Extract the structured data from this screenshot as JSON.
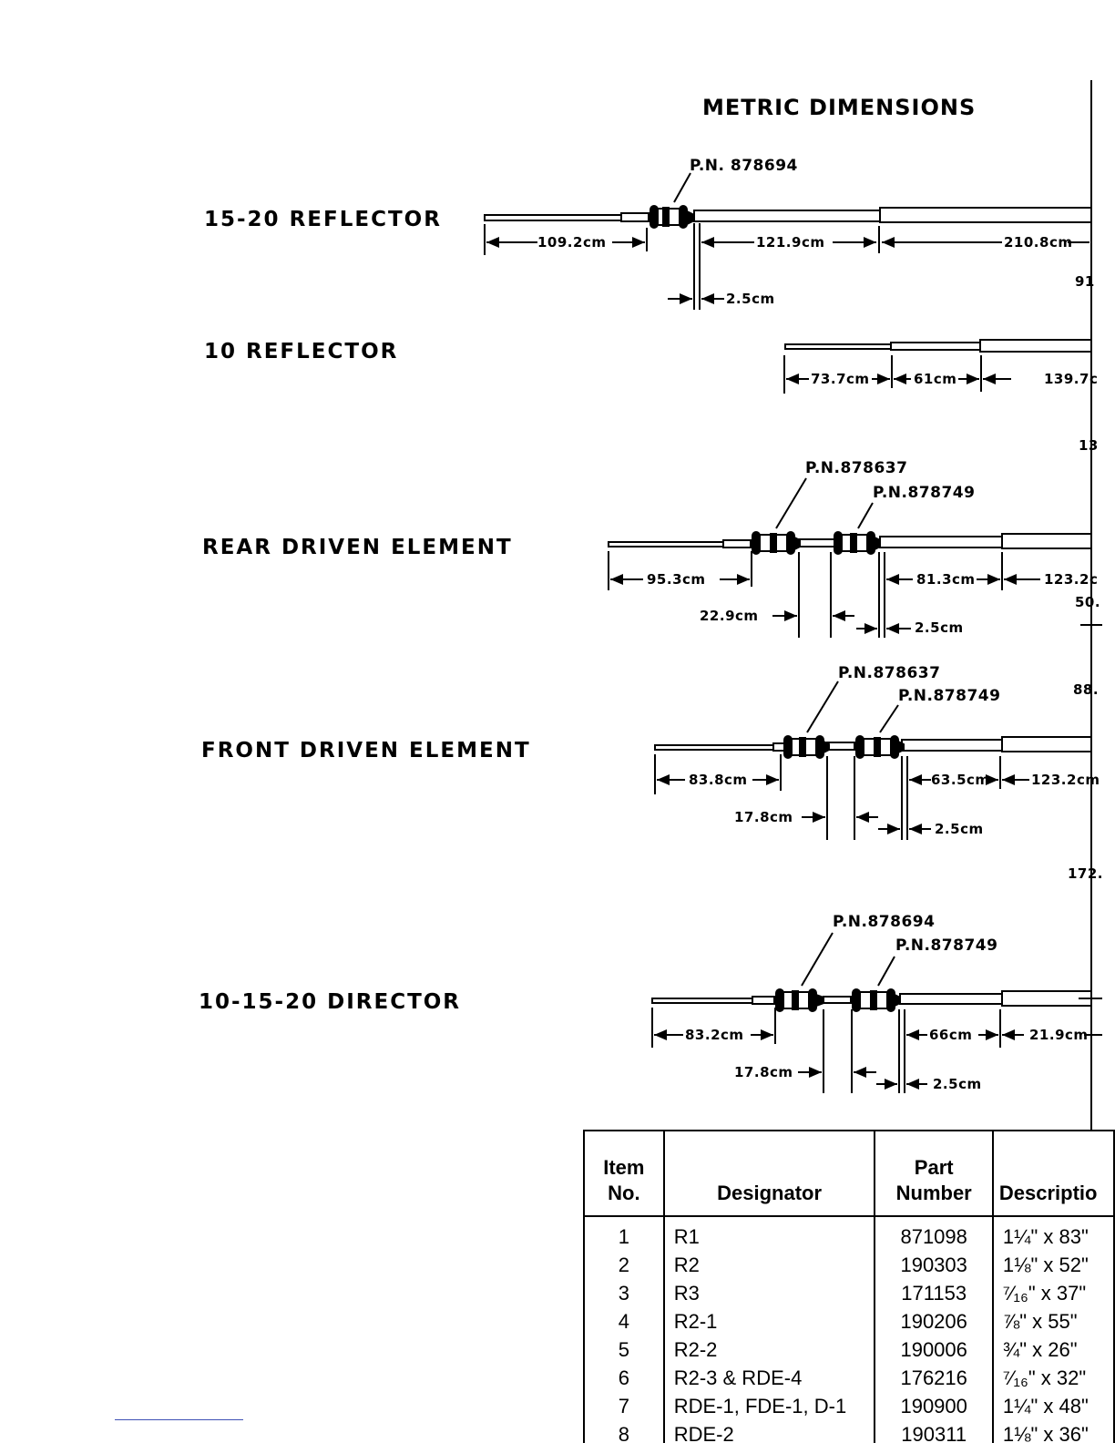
{
  "title": "METRIC DIMENSIONS",
  "elements": [
    {
      "label": "15-20 REFLECTOR",
      "part_numbers": [
        "P.N. 878694"
      ],
      "dimensions": [
        "109.2cm",
        "121.9cm",
        "210.8cm",
        "2.5cm",
        "91"
      ]
    },
    {
      "label": "10 REFLECTOR",
      "part_numbers": [],
      "dimensions": [
        "73.7cm",
        "61cm",
        "139.7c",
        "13"
      ]
    },
    {
      "label": "REAR DRIVEN ELEMENT",
      "part_numbers": [
        "P.N.878637",
        "P.N.878749"
      ],
      "dimensions": [
        "95.3cm",
        "81.3cm",
        "123.2c",
        "50.",
        "22.9cm",
        "2.5cm",
        "88."
      ]
    },
    {
      "label": "FRONT DRIVEN ELEMENT",
      "part_numbers": [
        "P.N.878637",
        "P.N.878749"
      ],
      "dimensions": [
        "83.8cm",
        "63.5cm",
        "123.2cm",
        "17.8cm",
        "2.5cm",
        "172."
      ]
    },
    {
      "label": "10-15-20 DIRECTOR",
      "part_numbers": [
        "P.N.878694",
        "P.N.878749"
      ],
      "dimensions": [
        "83.2cm",
        "66cm",
        "21.9cm",
        "17.8cm",
        "2.5cm"
      ]
    }
  ],
  "parts_table": {
    "headers": [
      "Item No.",
      "Designator",
      "Part Number",
      "Descriptio"
    ],
    "rows": [
      [
        "1",
        "R1",
        "871098",
        "1¼\" x 83\""
      ],
      [
        "2",
        "R2",
        "190303",
        "1⅛\" x 52\""
      ],
      [
        "3",
        "R3",
        "171153",
        "⁷⁄₁₆\" x 37\""
      ],
      [
        "4",
        "R2-1",
        "190206",
        "⅞\" x 55\""
      ],
      [
        "5",
        "R2-2",
        "190006",
        "¾\" x 26\""
      ],
      [
        "6",
        "R2-3 & RDE-4",
        "176216",
        "⁷⁄₁₆\" x 32\""
      ],
      [
        "7",
        "RDE-1, FDE-1, D-1",
        "190900",
        "1¼\" x 48\""
      ],
      [
        "8",
        "RDE-2",
        "190311",
        "1⅛\" x 36\""
      ]
    ]
  },
  "colors": {
    "ink": "#000000",
    "paper": "#ffffff",
    "footnote_rule": "#3f51b5"
  }
}
